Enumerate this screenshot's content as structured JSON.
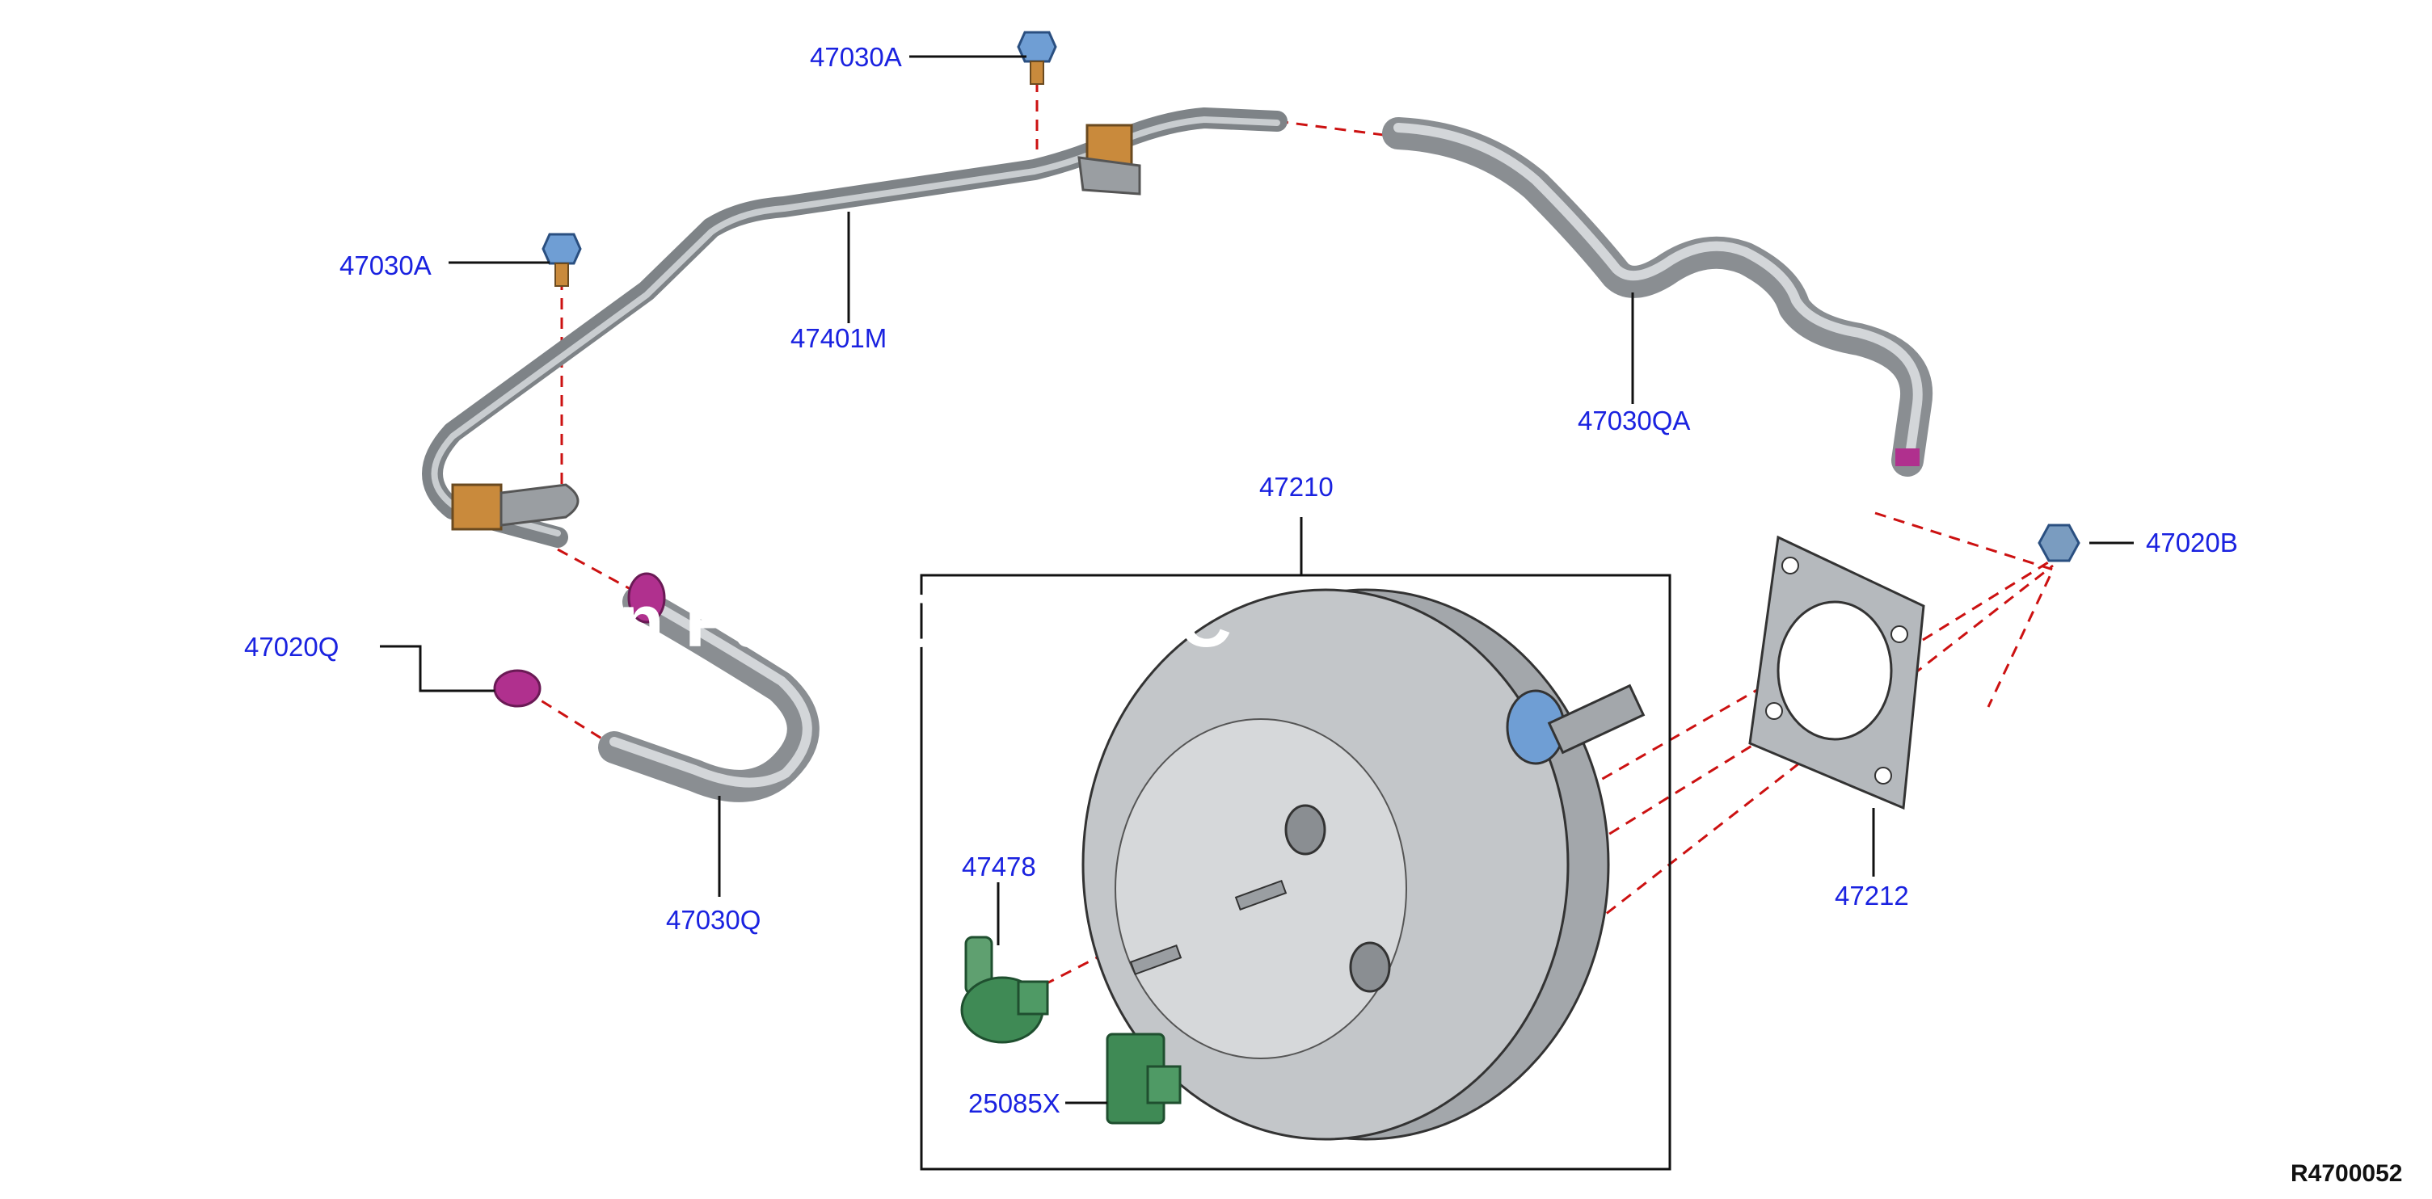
{
  "callouts": {
    "bolt_upper": "47030A",
    "bolt_left": "47030A",
    "tube": "47401M",
    "hose_upper": "47030QA",
    "clamp": "47020Q",
    "hose_lower": "47030Q",
    "booster_assembly": "47210",
    "nut": "47020B",
    "valve": "47478",
    "sensor": "25085X",
    "gasket": "47212"
  },
  "reference_code": "R4700052",
  "watermark": "Nissan Parts Cat APTC",
  "colors": {
    "label_blue": "#1a22e0",
    "leader_red": "#cc1111",
    "part_gray": "#8a8e92",
    "clamp_magenta": "#b0308e",
    "bracket_orange": "#c98a3c",
    "connector_green": "#3f8a55",
    "bolt_blue": "#6f9ed4"
  }
}
